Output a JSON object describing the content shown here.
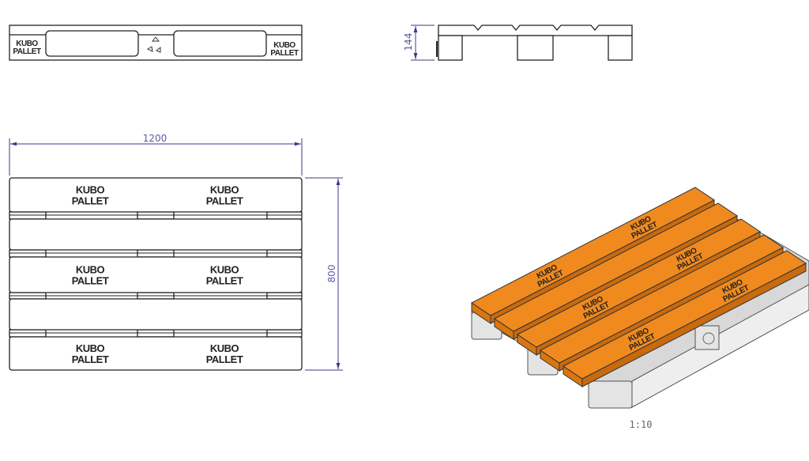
{
  "brand": {
    "line1": "KUBO",
    "line2": "PALLET"
  },
  "dimensions": {
    "length": "1200",
    "width": "800",
    "height": "144"
  },
  "scale": "1:10",
  "icons": {
    "recycle": "recycle-icon"
  },
  "colors": {
    "deck": "#f08a1f",
    "deck_edge": "#c86a0e",
    "base": "#e6e6e6",
    "dimension": "#3a3a8c"
  }
}
